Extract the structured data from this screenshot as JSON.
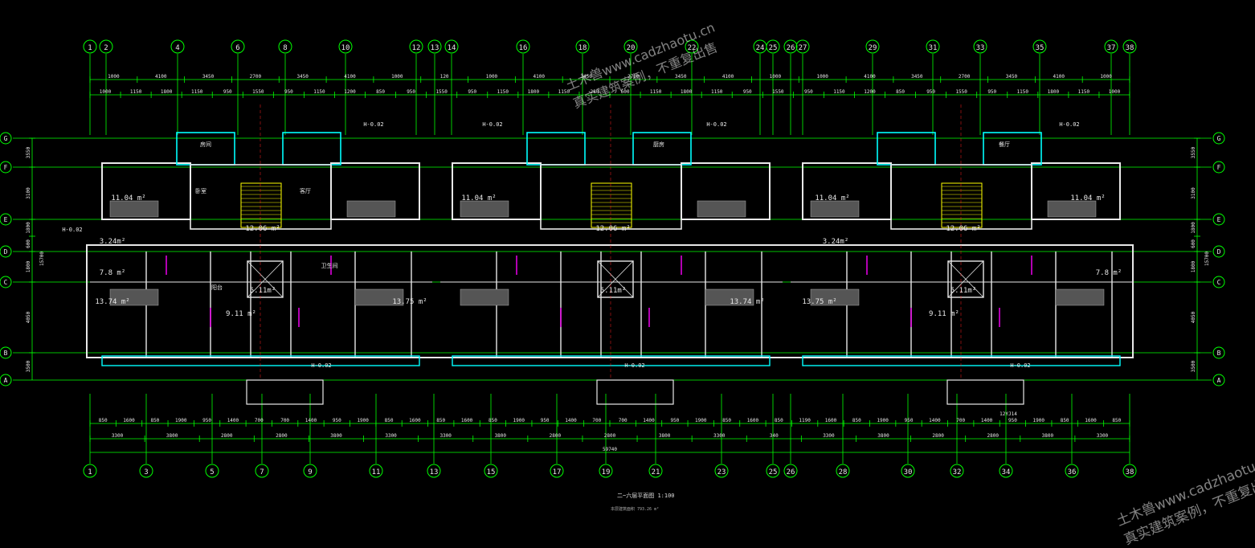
{
  "grid_top": [
    "1",
    "2",
    "4",
    "6",
    "8",
    "10",
    "12",
    "13",
    "14",
    "16",
    "18",
    "20",
    "22",
    "24",
    "25",
    "26",
    "27",
    "29",
    "31",
    "33",
    "35",
    "37",
    "38"
  ],
  "grid_bottom": [
    "1",
    "3",
    "5",
    "7",
    "9",
    "11",
    "13",
    "15",
    "17",
    "19",
    "21",
    "23",
    "25",
    "26",
    "28",
    "30",
    "32",
    "34",
    "36",
    "38"
  ],
  "grid_rows": [
    "G",
    "F",
    "E",
    "D",
    "C",
    "B",
    "A"
  ],
  "dims_top_1": [
    "1000",
    "4100",
    "3450",
    "2700",
    "3450",
    "4100",
    "1000",
    "120",
    "1000",
    "4100",
    "3450",
    "2700",
    "3450",
    "4100",
    "1000",
    "1000",
    "4100",
    "3450",
    "2700",
    "3450",
    "4100",
    "1000"
  ],
  "dims_top_2": [
    "1000",
    "1150",
    "1800",
    "1150",
    "950",
    "1550",
    "950",
    "1150",
    "1200",
    "850",
    "950",
    "1550",
    "950",
    "1150",
    "1800",
    "1150",
    "280",
    "600",
    "1150",
    "1800",
    "1150",
    "950",
    "1550",
    "950",
    "1150",
    "1200",
    "850",
    "950",
    "1550",
    "950",
    "1150",
    "1800",
    "1150",
    "1000"
  ],
  "dims_bottom_1": [
    "850",
    "1600",
    "850",
    "1900",
    "950",
    "1400",
    "700",
    "700",
    "1400",
    "950",
    "1900",
    "850",
    "1600",
    "850",
    "1600",
    "850",
    "1900",
    "950",
    "1400",
    "700",
    "700",
    "1400",
    "950",
    "1900",
    "850",
    "1600",
    "850",
    "1190",
    "1600",
    "850",
    "1900",
    "950",
    "1400",
    "700",
    "1400",
    "950",
    "1900",
    "850",
    "1600",
    "850"
  ],
  "dims_bottom_2": [
    "3300",
    "3800",
    "2800",
    "2800",
    "3800",
    "3300",
    "3300",
    "3800",
    "2800",
    "2800",
    "3800",
    "3300",
    "340",
    "3300",
    "3800",
    "2800",
    "2800",
    "3800",
    "3300"
  ],
  "dims_bottom_total": "59740",
  "dims_left": [
    "3550",
    "3100",
    "1800",
    "600",
    "1800",
    "4050",
    "3500",
    "15700"
  ],
  "dims_right": [
    "3550",
    "3100",
    "1800",
    "600",
    "1800",
    "4050",
    "3500",
    "15700"
  ],
  "areas": [
    "11.04 m²",
    "11.04 m²",
    "11.04 m²",
    "11.04 m²",
    "12.06 m²",
    "12.06 m²",
    "12.06 m²",
    "5.11m²",
    "5.11m²",
    "5.11m²",
    "13.74 m²",
    "13.74 m²",
    "13.75 m²",
    "13.75 m²",
    "9.11 m²",
    "9.11 m²",
    "3.24m²",
    "3.24m²",
    "7.8 m²",
    "7.8 m²"
  ],
  "room_labels": [
    "卧室",
    "客厅",
    "房间",
    "厨房",
    "餐厅",
    "卫生间",
    "阳台"
  ],
  "level_marks": [
    "H-0.02",
    "H-0.02",
    "H-0.02",
    "H-0.02",
    "H-0.02",
    "H-0.02",
    "H-0.02",
    "H-0.02"
  ],
  "watermark": "土木兽www.cadzhaotu.cn",
  "watermark2": "真实建筑案例，不重复出售",
  "drawing_title": "二~六层平面图",
  "scale": "1:100",
  "subtitle": "本层建筑面积  793.26 m²",
  "detail_tag": "12YJ14"
}
